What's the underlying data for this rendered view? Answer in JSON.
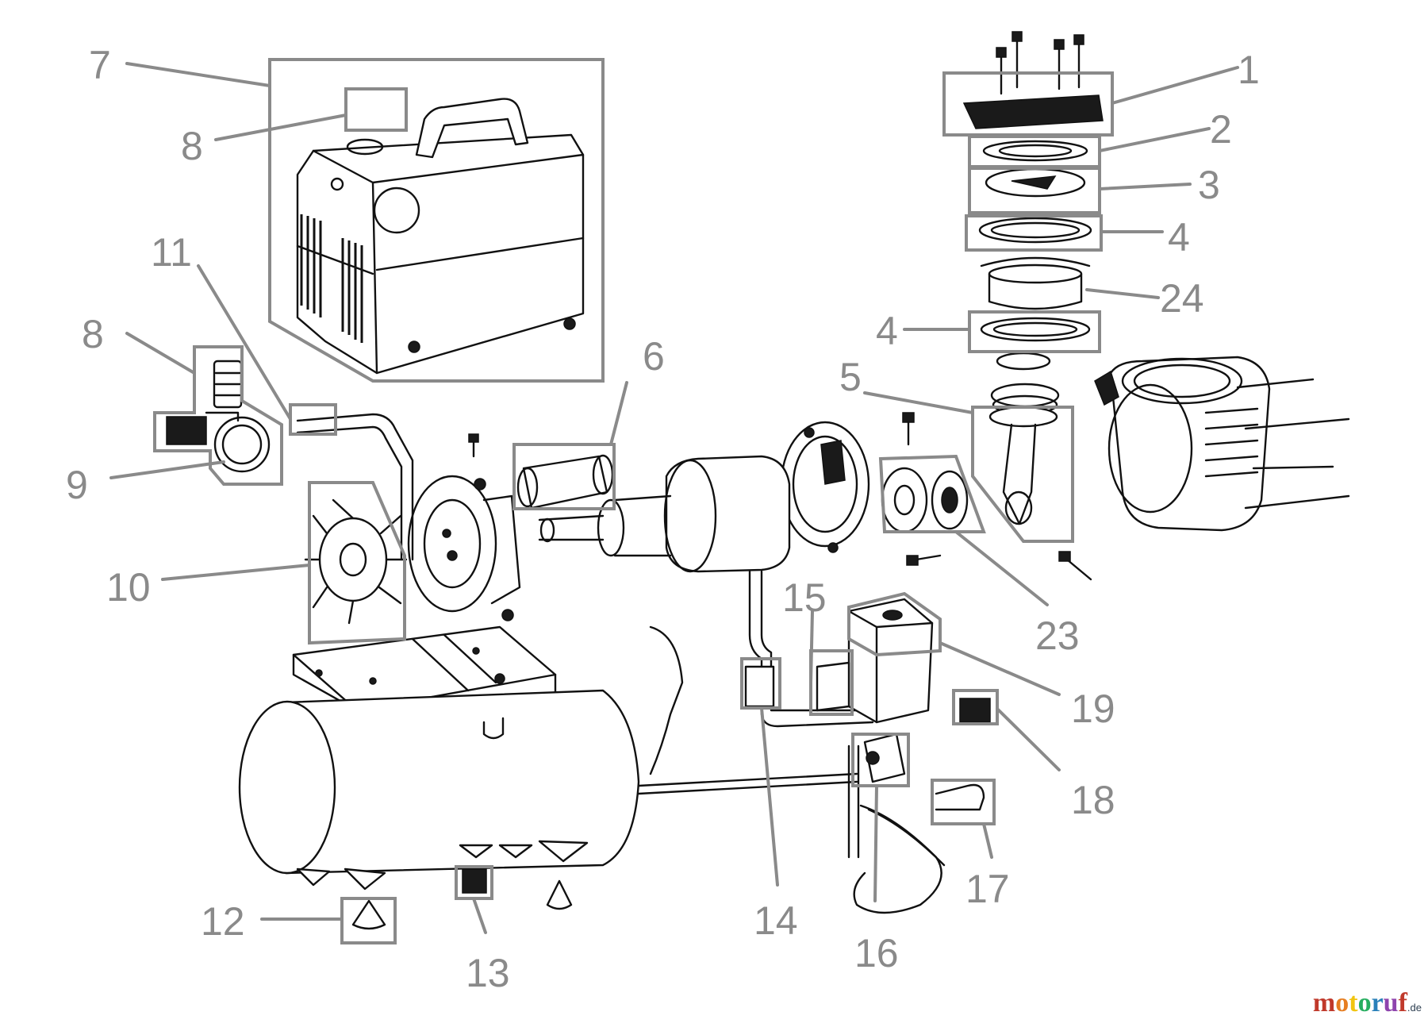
{
  "diagram": {
    "labels": {
      "p1": "1",
      "p2": "2",
      "p3": "3",
      "p4a": "4",
      "p4b": "4",
      "p5": "5",
      "p6": "6",
      "p7": "7",
      "p8a": "8",
      "p8b": "8",
      "p9": "9",
      "p10": "10",
      "p11": "11",
      "p12": "12",
      "p13": "13",
      "p14": "14",
      "p15": "15",
      "p16": "16",
      "p17": "17",
      "p18": "18",
      "p19": "19",
      "p23": "23",
      "p24": "24"
    }
  },
  "logo": {
    "letters": [
      "m",
      "o",
      "t",
      "o",
      "r",
      "u",
      "f"
    ],
    "letter_colors": [
      "#c0392b",
      "#e67e22",
      "#f1c40f",
      "#27ae60",
      "#2980b9",
      "#8e44ad",
      "#c0392b"
    ],
    "suffix": ".de",
    "suffix_color": "#2c3e50"
  }
}
